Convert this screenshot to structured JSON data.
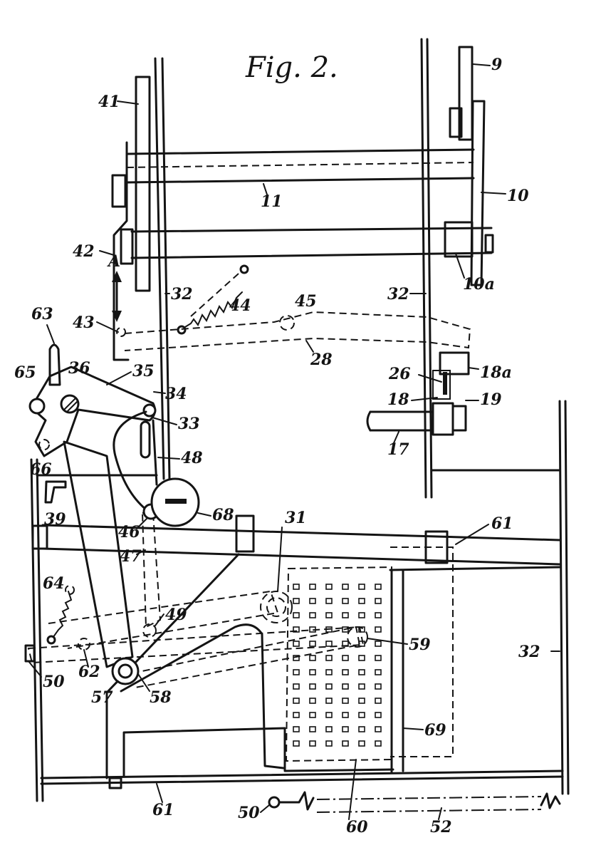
{
  "figure": {
    "title": "Fig. 2."
  },
  "labels": {
    "l9": "9",
    "l10": "10",
    "l10a": "10a",
    "l11": "11",
    "l17": "17",
    "l18": "18",
    "l18a": "18a",
    "l19": "19",
    "l26": "26",
    "l28": "28",
    "l31": "31",
    "l32a": "32",
    "l32b": "32",
    "l32c": "32",
    "l33": "33",
    "l34": "34",
    "l35": "35",
    "l36": "36",
    "l39": "39",
    "l41": "41",
    "l42": "42",
    "l43": "43",
    "l44": "44",
    "l45": "45",
    "l46": "46",
    "l47": "47",
    "l48": "48",
    "l49": "49",
    "l50a": "50",
    "l50b": "50",
    "l52": "52",
    "l57": "57",
    "l58": "58",
    "l59": "59",
    "l60": "60",
    "l61a": "61",
    "l61b": "61",
    "l62": "62",
    "l63": "63",
    "l64": "64",
    "l65": "65",
    "l66": "66",
    "l68": "68",
    "l69": "69",
    "lA": "A"
  }
}
